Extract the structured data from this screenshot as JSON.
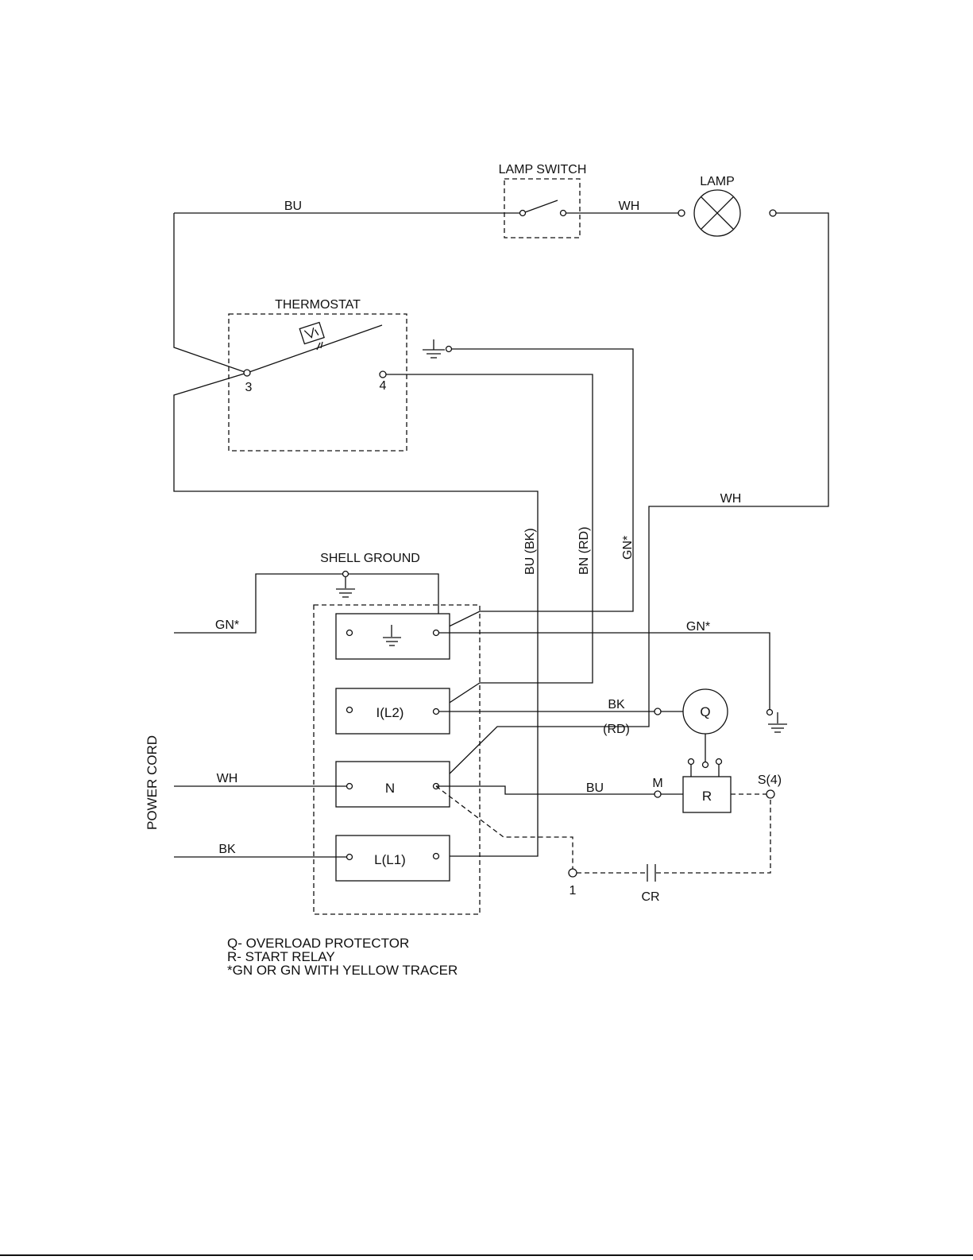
{
  "components": {
    "lamp_switch": "LAMP SWITCH",
    "lamp": "LAMP",
    "thermostat": "THERMOSTAT",
    "thermostat_pin_3": "3",
    "thermostat_pin_4": "4",
    "shell_ground": "SHELL GROUND",
    "terminal_l2": "I(L2)",
    "terminal_n": "N",
    "terminal_l1": "L(L1)",
    "overload_protector": "Q",
    "start_relay": "R",
    "relay_m": "M",
    "relay_s": "S(4)",
    "capacitor": "CR",
    "node_1": "1",
    "power_cord": "POWER CORD"
  },
  "wires": {
    "top_bu": "BU",
    "lamp_wh": "WH",
    "right_wh": "WH",
    "bu_bk": "BU (BK)",
    "bn_rd": "BN (RD)",
    "gn_vertical": "GN*",
    "cord_gn": "GN*",
    "ground_gn": "GN*",
    "cord_wh": "WH",
    "cord_bk": "BK",
    "q_bk": "BK",
    "rd_paren": "(RD)",
    "relay_bu": "BU"
  },
  "legend": [
    "Q- OVERLOAD PROTECTOR",
    "R- START RELAY",
    "*GN OR GN WITH YELLOW TRACER"
  ]
}
